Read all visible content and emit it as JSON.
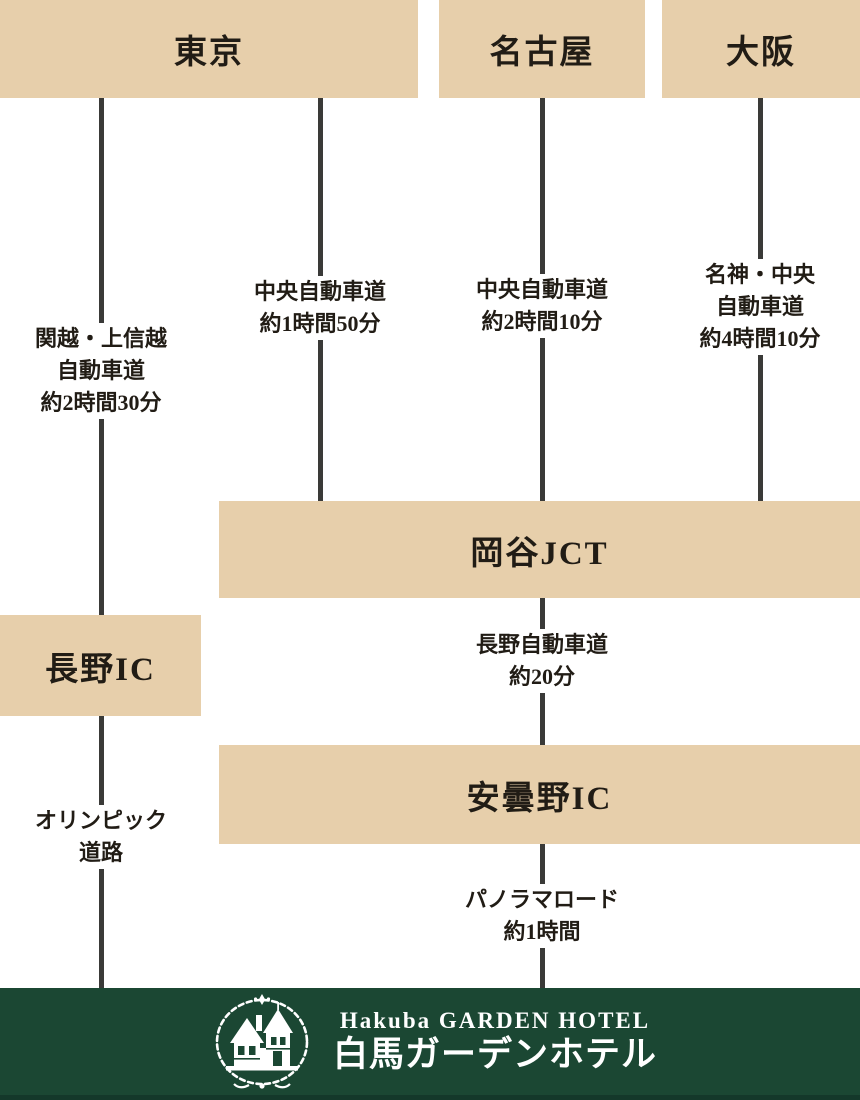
{
  "colors": {
    "box_bg": "#e7cfab",
    "line": "#3a3a38",
    "text": "#211c15",
    "footer_bg": "#1b4733",
    "footer_text": "#ffffff"
  },
  "cities": [
    {
      "label": "東京"
    },
    {
      "label": "名古屋"
    },
    {
      "label": "大阪"
    }
  ],
  "routes": [
    {
      "name": "kanetsu-joshinetsu-expressway",
      "lines": [
        "関越・上信越",
        "自動車道",
        "約2時間30分"
      ]
    },
    {
      "name": "chuo-expressway-from-tokyo",
      "lines": [
        "中央自動車道",
        "約1時間50分"
      ]
    },
    {
      "name": "chuo-expressway-from-nagoya",
      "lines": [
        "中央自動車道",
        "約2時間10分"
      ]
    },
    {
      "name": "meishin-chuo-expressway",
      "lines": [
        "名神・中央",
        "自動車道",
        "約4時間10分"
      ]
    },
    {
      "name": "nagano-expressway",
      "lines": [
        "長野自動車道",
        "約20分"
      ]
    },
    {
      "name": "olympic-road",
      "lines": [
        "オリンピック",
        "道路"
      ]
    },
    {
      "name": "panorama-road",
      "lines": [
        "パノラマロード",
        "約1時間"
      ]
    }
  ],
  "nodes": [
    {
      "label": "岡谷JCT"
    },
    {
      "label": "長野IC"
    },
    {
      "label": "安曇野IC"
    }
  ],
  "footer": {
    "hotel_name_en": "Hakuba GARDEN HOTEL",
    "hotel_name_ja": "白馬ガーデンホテル"
  }
}
